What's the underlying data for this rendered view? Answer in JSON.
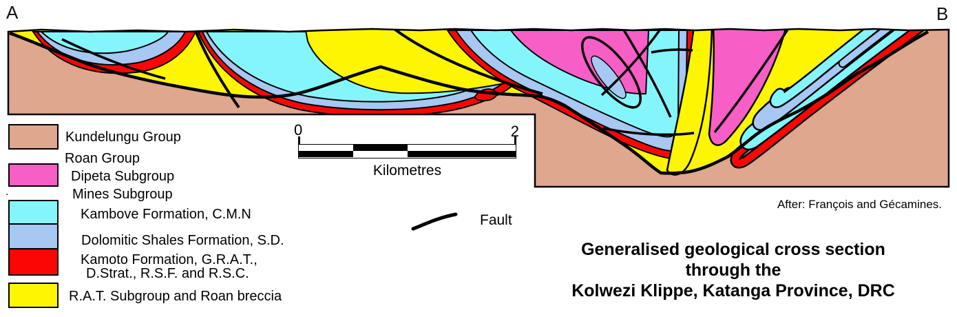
{
  "section": {
    "endpoint_left": "A",
    "endpoint_right": "B"
  },
  "legend": {
    "items": [
      {
        "label": "Kundelungu Group",
        "color": "#dfa78e"
      },
      {
        "label": "Roan Group"
      },
      {
        "label": "Dipeta Subgroup",
        "color": "#f75fc7"
      },
      {
        "label": "Mines Subgroup"
      },
      {
        "label": "Kambove Formation, C.M.N",
        "color": "#84f6fb"
      },
      {
        "label": "Dolomitic Shales Formation, S.D.",
        "color": "#a6c8f2"
      },
      {
        "label": "Kamoto Formation, G.R.A.T.,",
        "label_line2": "D.Strat., R.S.F. and R.S.C.",
        "color": "#fb0505"
      },
      {
        "label": "R.A.T. Subgroup and Roan breccia",
        "color": "#fdf502"
      }
    ],
    "stray_mark": "."
  },
  "scale_bar": {
    "start_label": "0",
    "end_label": "2",
    "unit_label": "Kilometres"
  },
  "fault_legend": {
    "label": "Fault"
  },
  "attribution": "After: François and Gécamines.",
  "title": {
    "line1": "Generalised geological cross section",
    "line2": "through the",
    "line3": "Kolwezi Klippe, Katanga Province, DRC"
  },
  "colors": {
    "kundelungu_tan": "#dfa78e",
    "dipeta_pink": "#f75fc7",
    "kambove_cyan": "#84f6fb",
    "dolomitic_blue": "#a6c8f2",
    "kamoto_red": "#fb0505",
    "rat_yellow": "#fdf502",
    "outline": "#000000",
    "background": "#ffffff"
  }
}
